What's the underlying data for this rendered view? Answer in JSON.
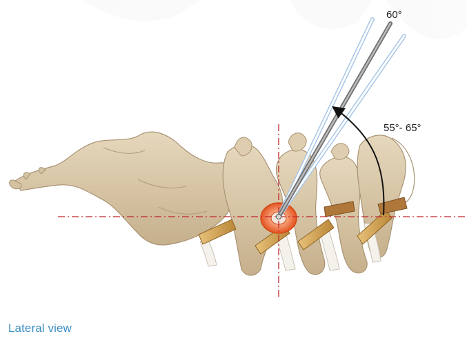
{
  "labels": {
    "needle_angle": "60°",
    "angle_range": "55°- 65°",
    "caption": "Lateral view"
  },
  "colors": {
    "caption": "#3b8ec4",
    "guide_line": "#c0262c",
    "bone": "#d8c6a6",
    "nerve": "#d3a35b",
    "target_ring": "#e8602c",
    "needle_outline": "#a7c6e6",
    "needle_core": "#8a8a8a"
  },
  "icons": {
    "arrow": "curved-arrow-icon"
  }
}
